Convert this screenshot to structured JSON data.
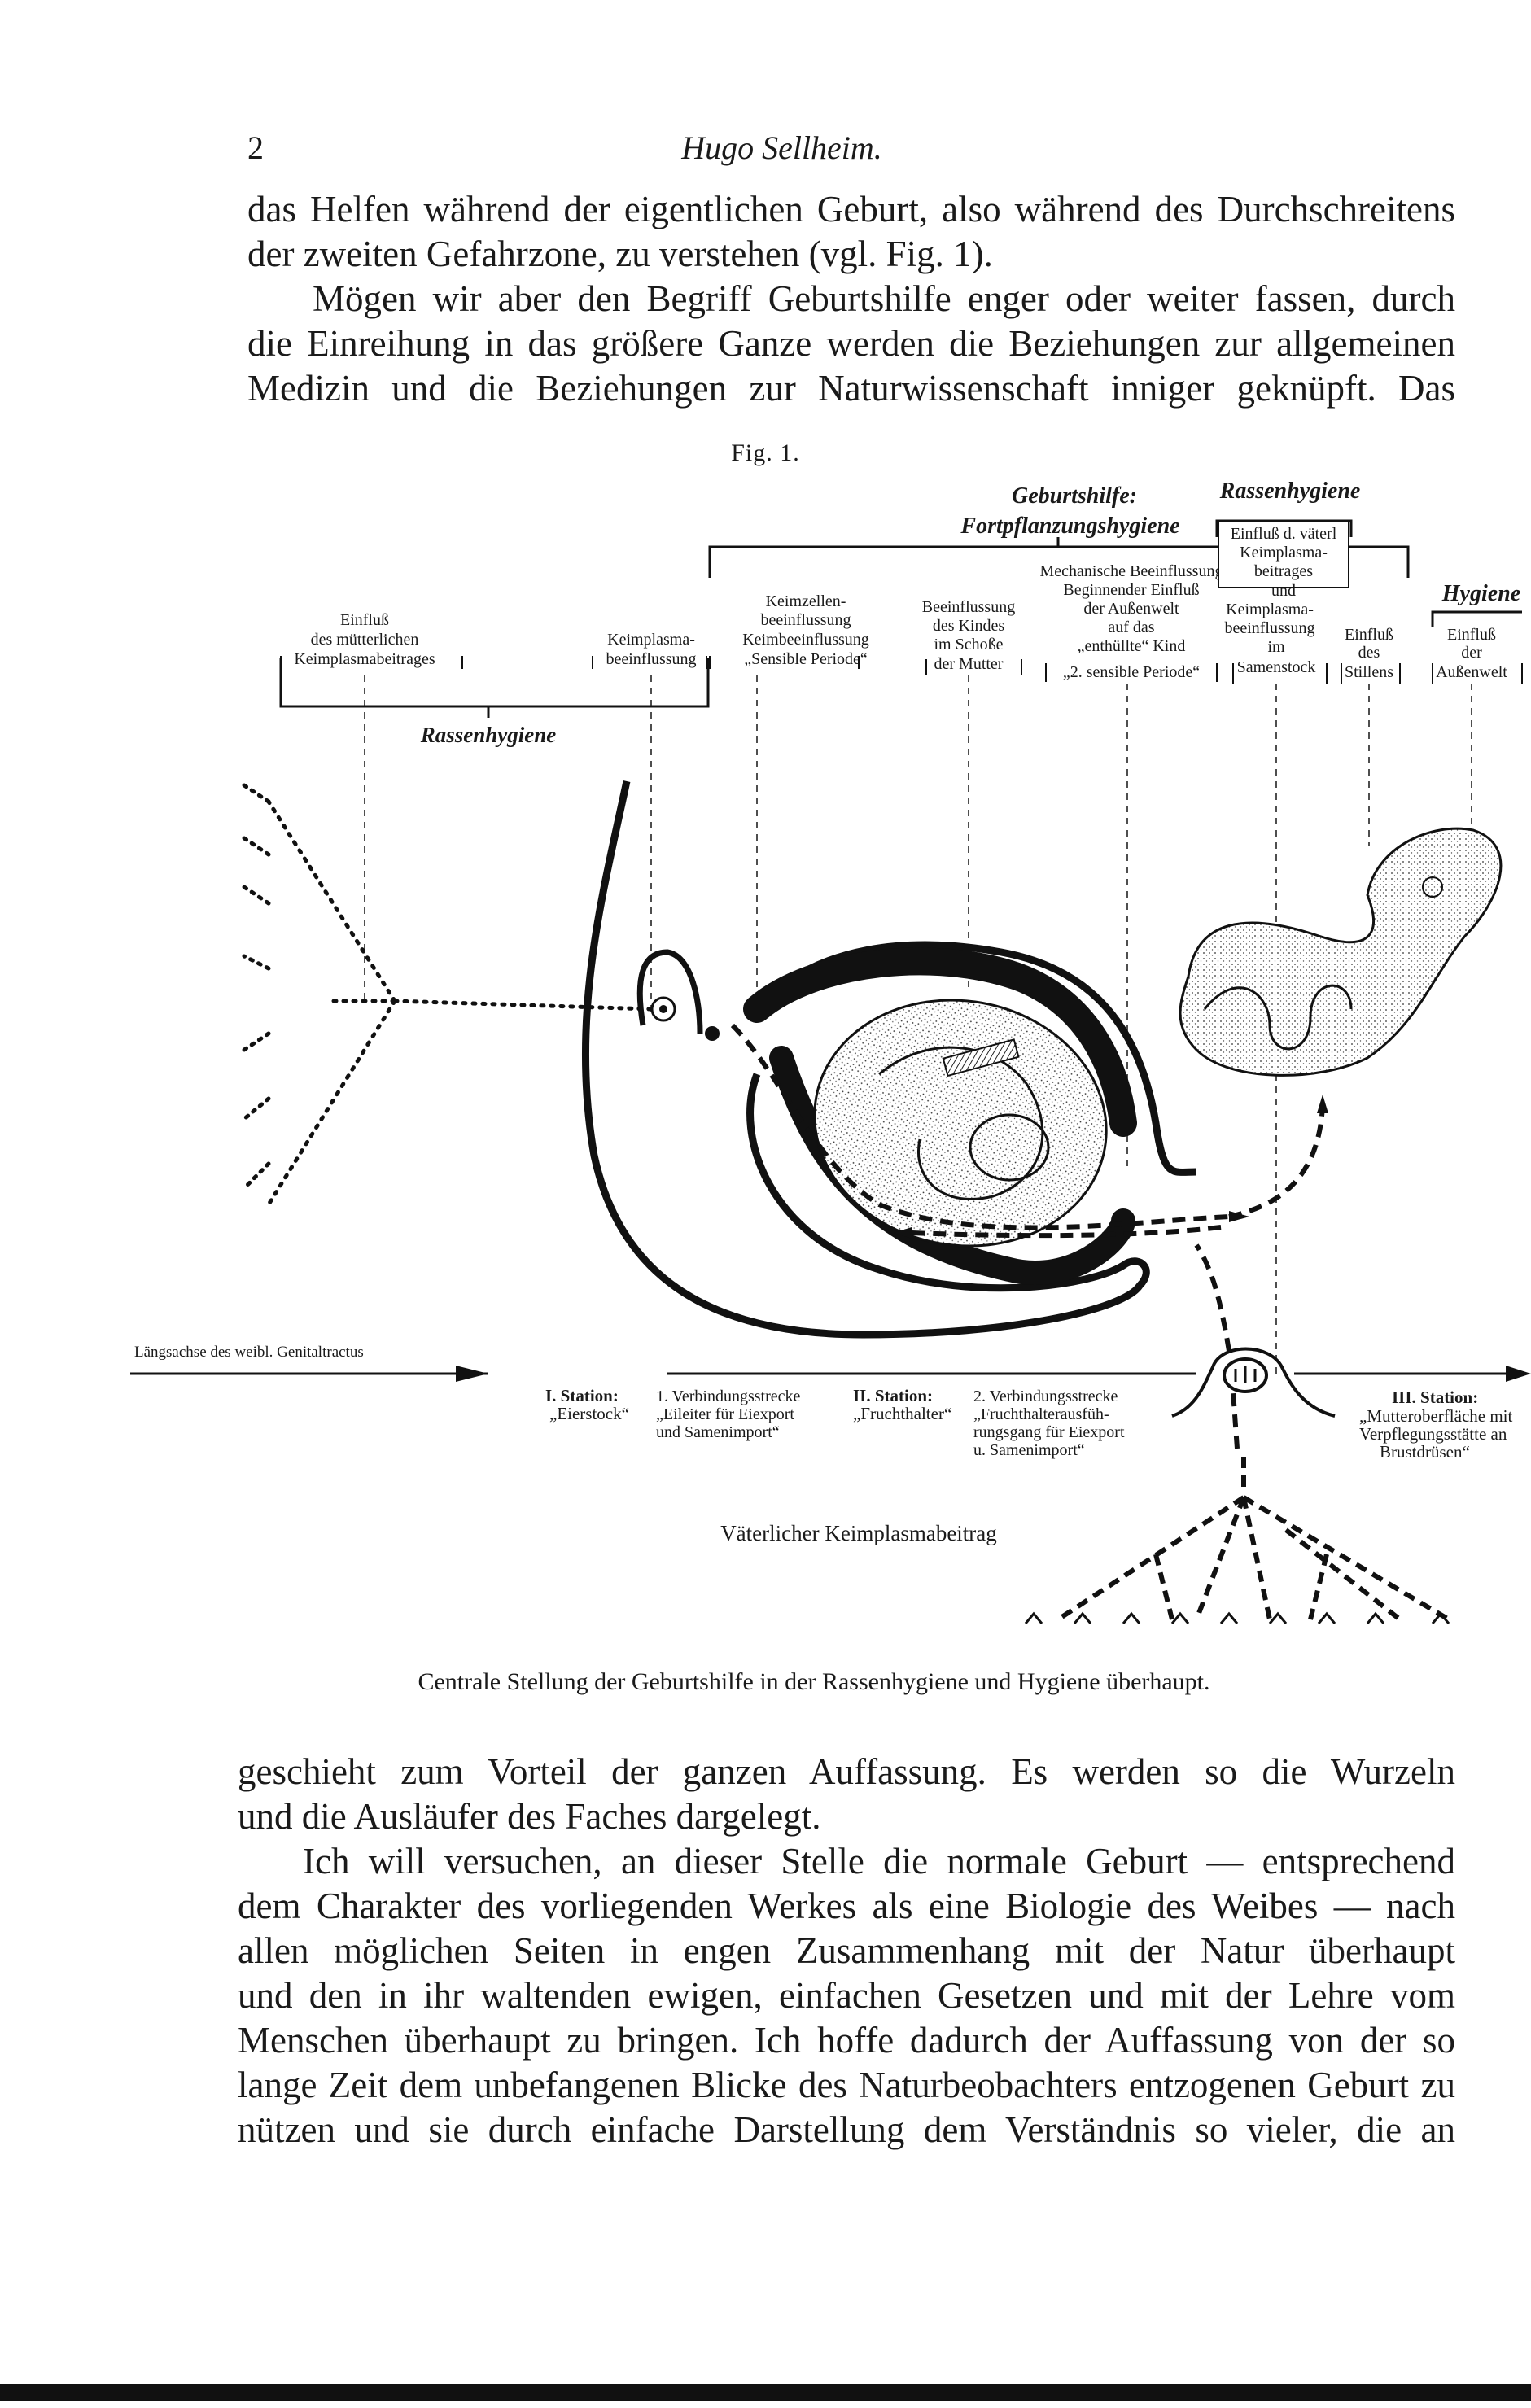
{
  "header": {
    "page_number": "2",
    "running_title": "Hugo Sellheim."
  },
  "text_top": {
    "lines": [
      "das Helfen während der eigentlichen Geburt, also während des Durchschreitens",
      "der zweiten Gefahrzone, zu verstehen (vgl. Fig. 1).",
      "Mögen wir aber den Begriff Geburtshilfe enger oder weiter fassen, durch",
      "die Einreihung in das größere Ganze werden die Beziehungen zur allgemeinen",
      "Medizin und die Beziehungen zur Naturwissenschaft inniger geknüpft. Das"
    ]
  },
  "figure": {
    "label": "Fig. 1.",
    "heading_geburtshilfe": "Geburtshilfe:",
    "heading_fortpflanzung": "Fortpflanzungshygiene",
    "heading_rassenhygiene_top": "Rassenhygiene",
    "heading_hygiene": "Hygiene",
    "rassenhygiene_lower": "Rassenhygiene",
    "influences": {
      "maternal": [
        "Einfluß",
        "des mütterlichen",
        "Keimplasmabeitrages"
      ],
      "keimplasma": [
        "Keimplasma-",
        "beeinflussung"
      ],
      "keimzellen": [
        "Keimzellen-",
        "beeinflussung",
        "Keimbeeinflussung",
        "„Sensible Periode“"
      ],
      "mechanische": [
        "Mechanische Beeinflussung",
        "Beginnender Einfluß",
        "der Außenwelt",
        "auf das",
        "„enthüllte“ Kind",
        "„2. sensible Periode“"
      ],
      "beeinflussung_kind": [
        "Beeinflussung",
        "des Kindes",
        "im Schoße",
        "der Mutter"
      ],
      "vaeterlich": [
        "Einfluß d. väterl",
        "Keimplasma-",
        "beitrages",
        "und",
        "Keimplasma-",
        "beeinflussung",
        "im",
        "Samenstock"
      ],
      "stillen": [
        "Einfluß",
        "des",
        "Stillens"
      ],
      "aussenwelt": [
        "Einfluß",
        "der",
        "Außenwelt"
      ]
    },
    "axis_label": "Längsachse des weibl. Genitaltractus",
    "stations": {
      "s1_title": "I. Station:",
      "s1_text": "„Eierstock“",
      "conn1": [
        "1. Verbindungsstrecke",
        "„Eileiter für Eiexport",
        "und Samenimport“"
      ],
      "s2_title": "II. Station:",
      "s2_text": "„Fruchthalter“",
      "conn2": [
        "2. Verbindungsstrecke",
        "„Fruchthalterausfüh-",
        "rungsgang für Eiexport",
        "u. Samenimport“"
      ],
      "s3_title": "III. Station:",
      "s3_text": [
        "„Mutteroberfläche mit",
        "Verpflegungsstätte an",
        "Brustdrüsen“"
      ]
    },
    "paternal_label": "Väterlicher Keimplasmabeitrag",
    "caption": "Centrale Stellung der Geburtshilfe in der Rassenhygiene und Hygiene überhaupt."
  },
  "text_bottom": {
    "lines": [
      "geschieht zum Vorteil der ganzen Auffassung. Es werden so die Wurzeln",
      "und die Ausläufer des Faches dargelegt.",
      "Ich will versuchen, an dieser Stelle die normale Geburt — entsprechend",
      "dem Charakter des vorliegenden Werkes als eine Biologie des Weibes — nach",
      "allen möglichen Seiten in engen Zusammenhang mit der Natur überhaupt",
      "und den in ihr waltenden ewigen, einfachen Gesetzen und mit der Lehre vom",
      "Menschen überhaupt zu bringen. Ich hoffe dadurch der Auffassung von der so",
      "lange Zeit dem unbefangenen Blicke des Naturbeobachters entzogenen Geburt zu",
      "nützen und sie durch einfache Darstellung dem Verständnis so vieler, die an"
    ]
  }
}
